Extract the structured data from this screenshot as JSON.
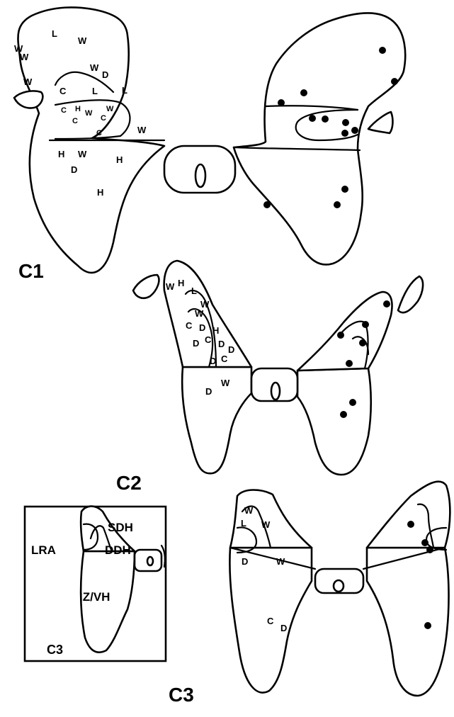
{
  "sections": [
    {
      "id": "c1",
      "label": "C1",
      "marks": [
        "W",
        "W",
        "L",
        "W",
        "W",
        "D",
        "L",
        "W",
        "C",
        "L",
        "C",
        "H",
        "W",
        "C",
        "W",
        "C",
        "C",
        "W",
        "H",
        "W",
        "H",
        "D",
        "H"
      ],
      "dot_count": 12
    },
    {
      "id": "c2",
      "label": "C2",
      "marks": [
        "W",
        "H",
        "L",
        "W",
        "W",
        "C",
        "D",
        "H",
        "D",
        "C",
        "D",
        "D",
        "C",
        "D",
        "W"
      ],
      "dot_count": 7
    },
    {
      "id": "c3",
      "label": "C3",
      "marks": [
        "W",
        "L",
        "W",
        "D",
        "W",
        "C",
        "D"
      ],
      "dot_count": 4
    }
  ],
  "inset": {
    "title": "C3",
    "regions": [
      "SDH",
      "LRA",
      "DDH",
      "IZ/VH"
    ]
  }
}
